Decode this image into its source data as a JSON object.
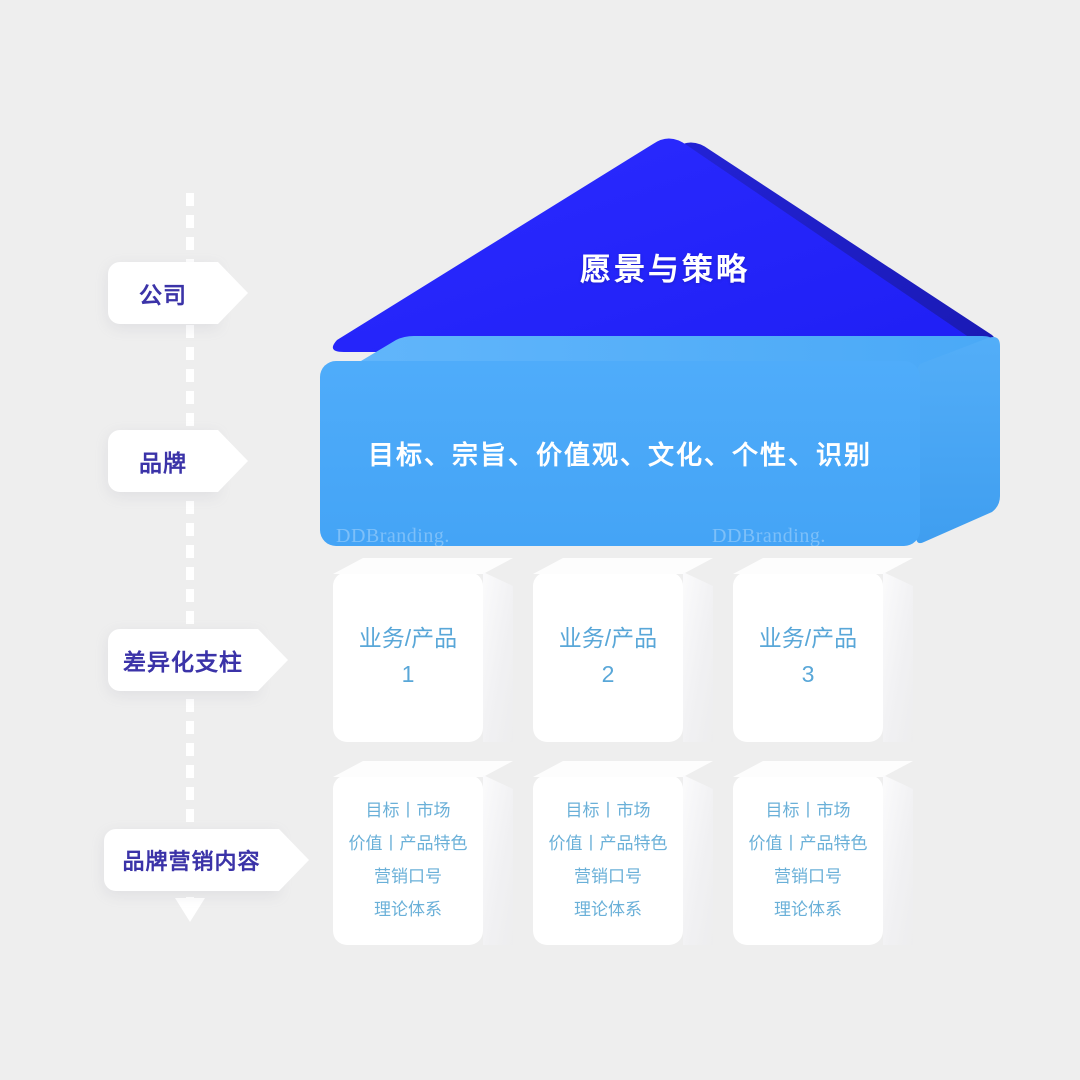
{
  "theme": {
    "background": "#eeeeee",
    "roof_blue": "#2323fb",
    "roof_shade": "#1e1ec8",
    "band_blue": "#4aa8f5",
    "card_text": "#59a7d8",
    "chip_text": "#3b33a8",
    "rail_color": "#ffffff"
  },
  "rail": {
    "arrow_icon": "arrow-down-icon"
  },
  "labels": [
    {
      "id": "company",
      "text": "公司"
    },
    {
      "id": "brand",
      "text": "品牌"
    },
    {
      "id": "pillar",
      "text": "差异化支柱"
    },
    {
      "id": "content",
      "text": "品牌营销内容"
    }
  ],
  "roof": {
    "title": "愿景与策略"
  },
  "band": {
    "title": "目标、宗旨、价值观、文化、个性、识别"
  },
  "watermarks": {
    "left": "DDBranding.",
    "right": "DDBranding."
  },
  "pillars": [
    {
      "title": "业务/产品",
      "number": "1"
    },
    {
      "title": "业务/产品",
      "number": "2"
    },
    {
      "title": "业务/产品",
      "number": "3"
    }
  ],
  "content_cards": [
    {
      "lines": [
        "目标丨市场",
        "价值丨产品特色",
        "营销口号",
        "理论体系"
      ]
    },
    {
      "lines": [
        "目标丨市场",
        "价值丨产品特色",
        "营销口号",
        "理论体系"
      ]
    },
    {
      "lines": [
        "目标丨市场",
        "价值丨产品特色",
        "营销口号",
        "理论体系"
      ]
    }
  ]
}
